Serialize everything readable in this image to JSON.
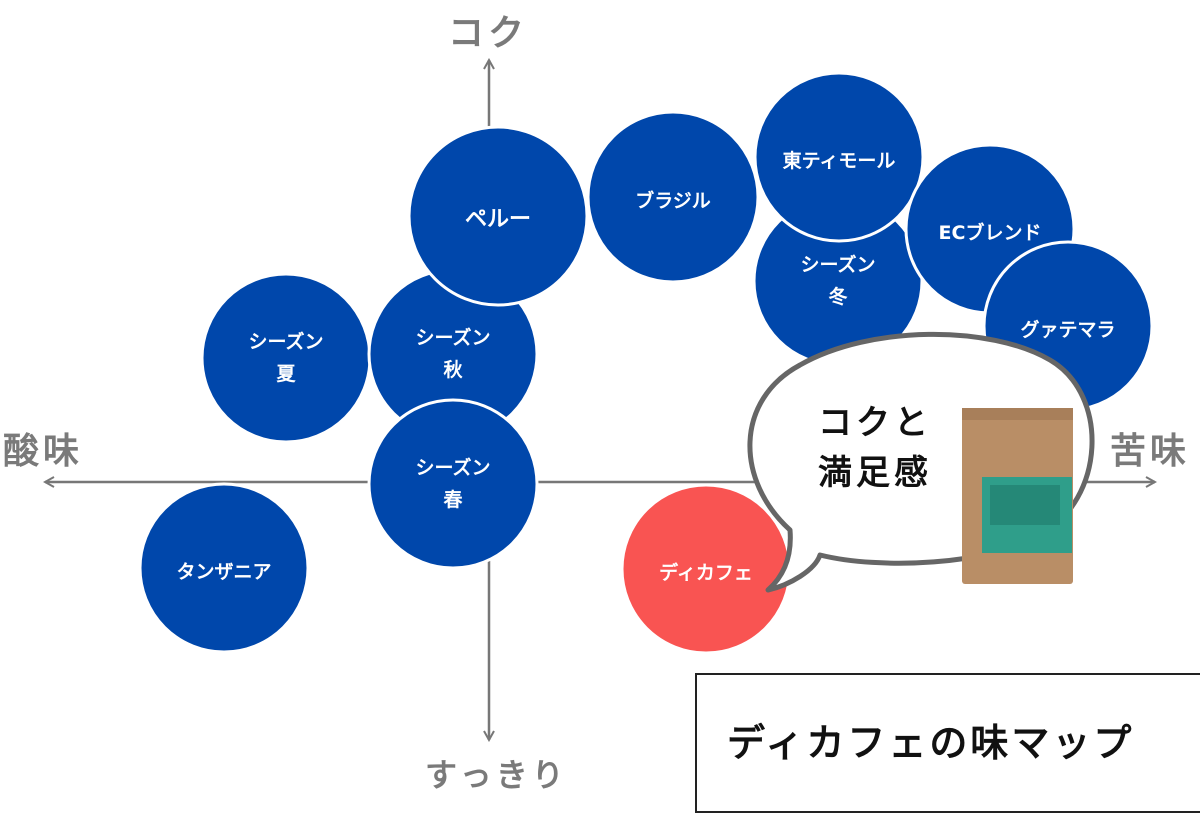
{
  "axes": {
    "top": "コク",
    "bottom": "すっきり",
    "left": "酸味",
    "right": "苦味"
  },
  "colors": {
    "bean": "#0047AB",
    "decaf": "#F95452",
    "axis": "#777777"
  },
  "beans": [
    {
      "line1": "シーズン",
      "line2": "夏"
    },
    {
      "line1": "シーズン",
      "line2": "秋"
    },
    {
      "line1": "ペルー",
      "line2": ""
    },
    {
      "line1": "ブラジル",
      "line2": ""
    },
    {
      "line1": "シーズン",
      "line2": "冬"
    },
    {
      "line1": "東ティモール",
      "line2": ""
    },
    {
      "line1": "ECブレンド",
      "line2": ""
    },
    {
      "line1": "グァテマラ",
      "line2": ""
    },
    {
      "line1": "シーズン",
      "line2": "春"
    },
    {
      "line1": "タンザニア",
      "line2": ""
    },
    {
      "line1": "ディカフェ",
      "line2": ""
    }
  ],
  "bubble": {
    "line1": "コクと",
    "line2": "満足感"
  },
  "title": "ディカフェの味マップ"
}
